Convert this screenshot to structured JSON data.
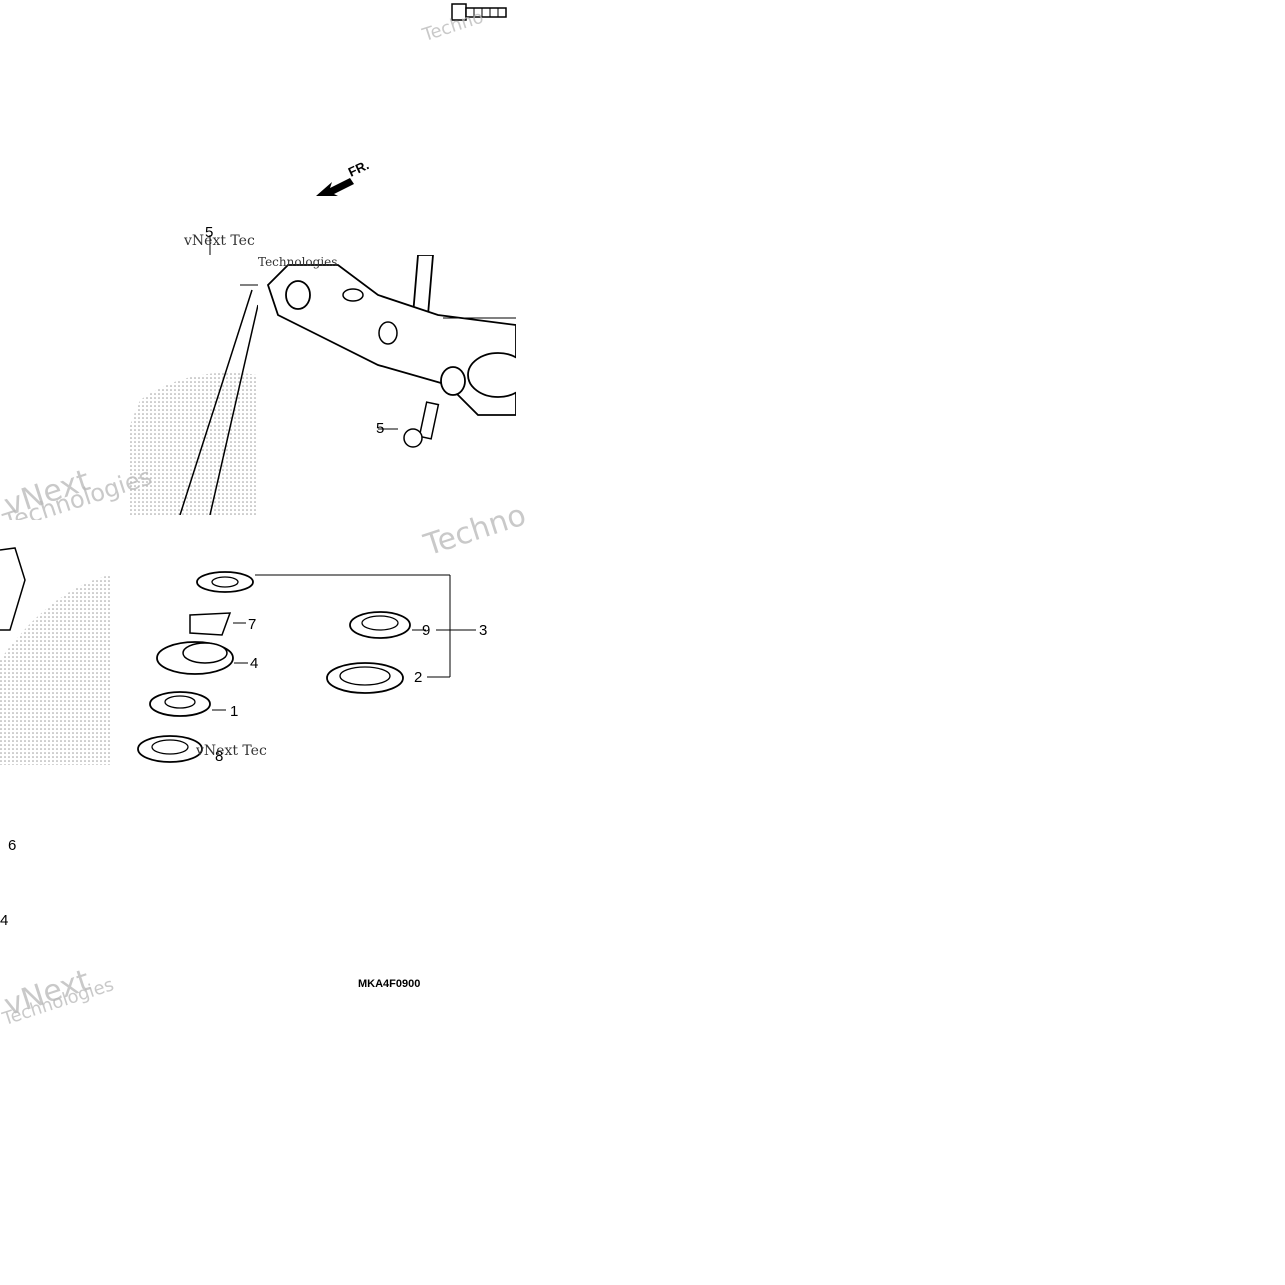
{
  "diagram": {
    "direction_label": "FR.",
    "diagram_code": "MKA4F0900",
    "callouts": {
      "c1": "1",
      "c2": "2",
      "c3": "3",
      "c4": "4",
      "c5": "5",
      "c5b": "5",
      "c6": "6",
      "c7": "7",
      "c8": "8",
      "c9": "9",
      "c4b": "4"
    },
    "watermark": {
      "brand": "vNext",
      "tech": "Technologies",
      "tech_short": "Techno",
      "full": "vNext Technologies",
      "overlay": "vNext Tec"
    }
  }
}
